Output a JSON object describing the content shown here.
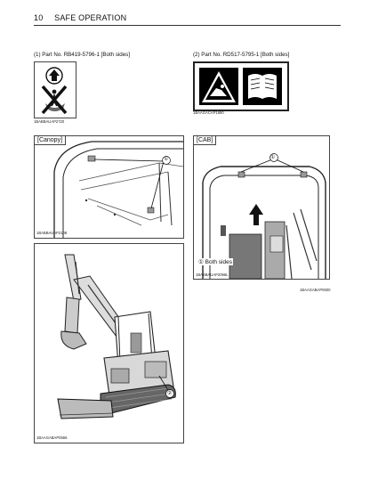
{
  "header": {
    "page_number": "10",
    "section_title": "SAFE OPERATION"
  },
  "labels": [
    {
      "caption": "(1) Part No. RB419-5796-1 [Both sides]",
      "code": "1BABBAUAP2720"
    },
    {
      "caption": "(2) Part No. RD517-5795-1 [Both sides]",
      "code": "1BAAGACAP1690"
    }
  ],
  "panels": {
    "canopy": {
      "title": "[Canopy]",
      "callout": "①",
      "code": "1BABBAUAP2108"
    },
    "cab": {
      "title": "[CAB]",
      "callout": "①",
      "callout_text": "① Both sides",
      "code": "1BABBAUAP2096L"
    },
    "excavator": {
      "callout": "②",
      "code": "1BAAGABAP0566"
    }
  },
  "figure_code": "1BAAGABAP0500"
}
